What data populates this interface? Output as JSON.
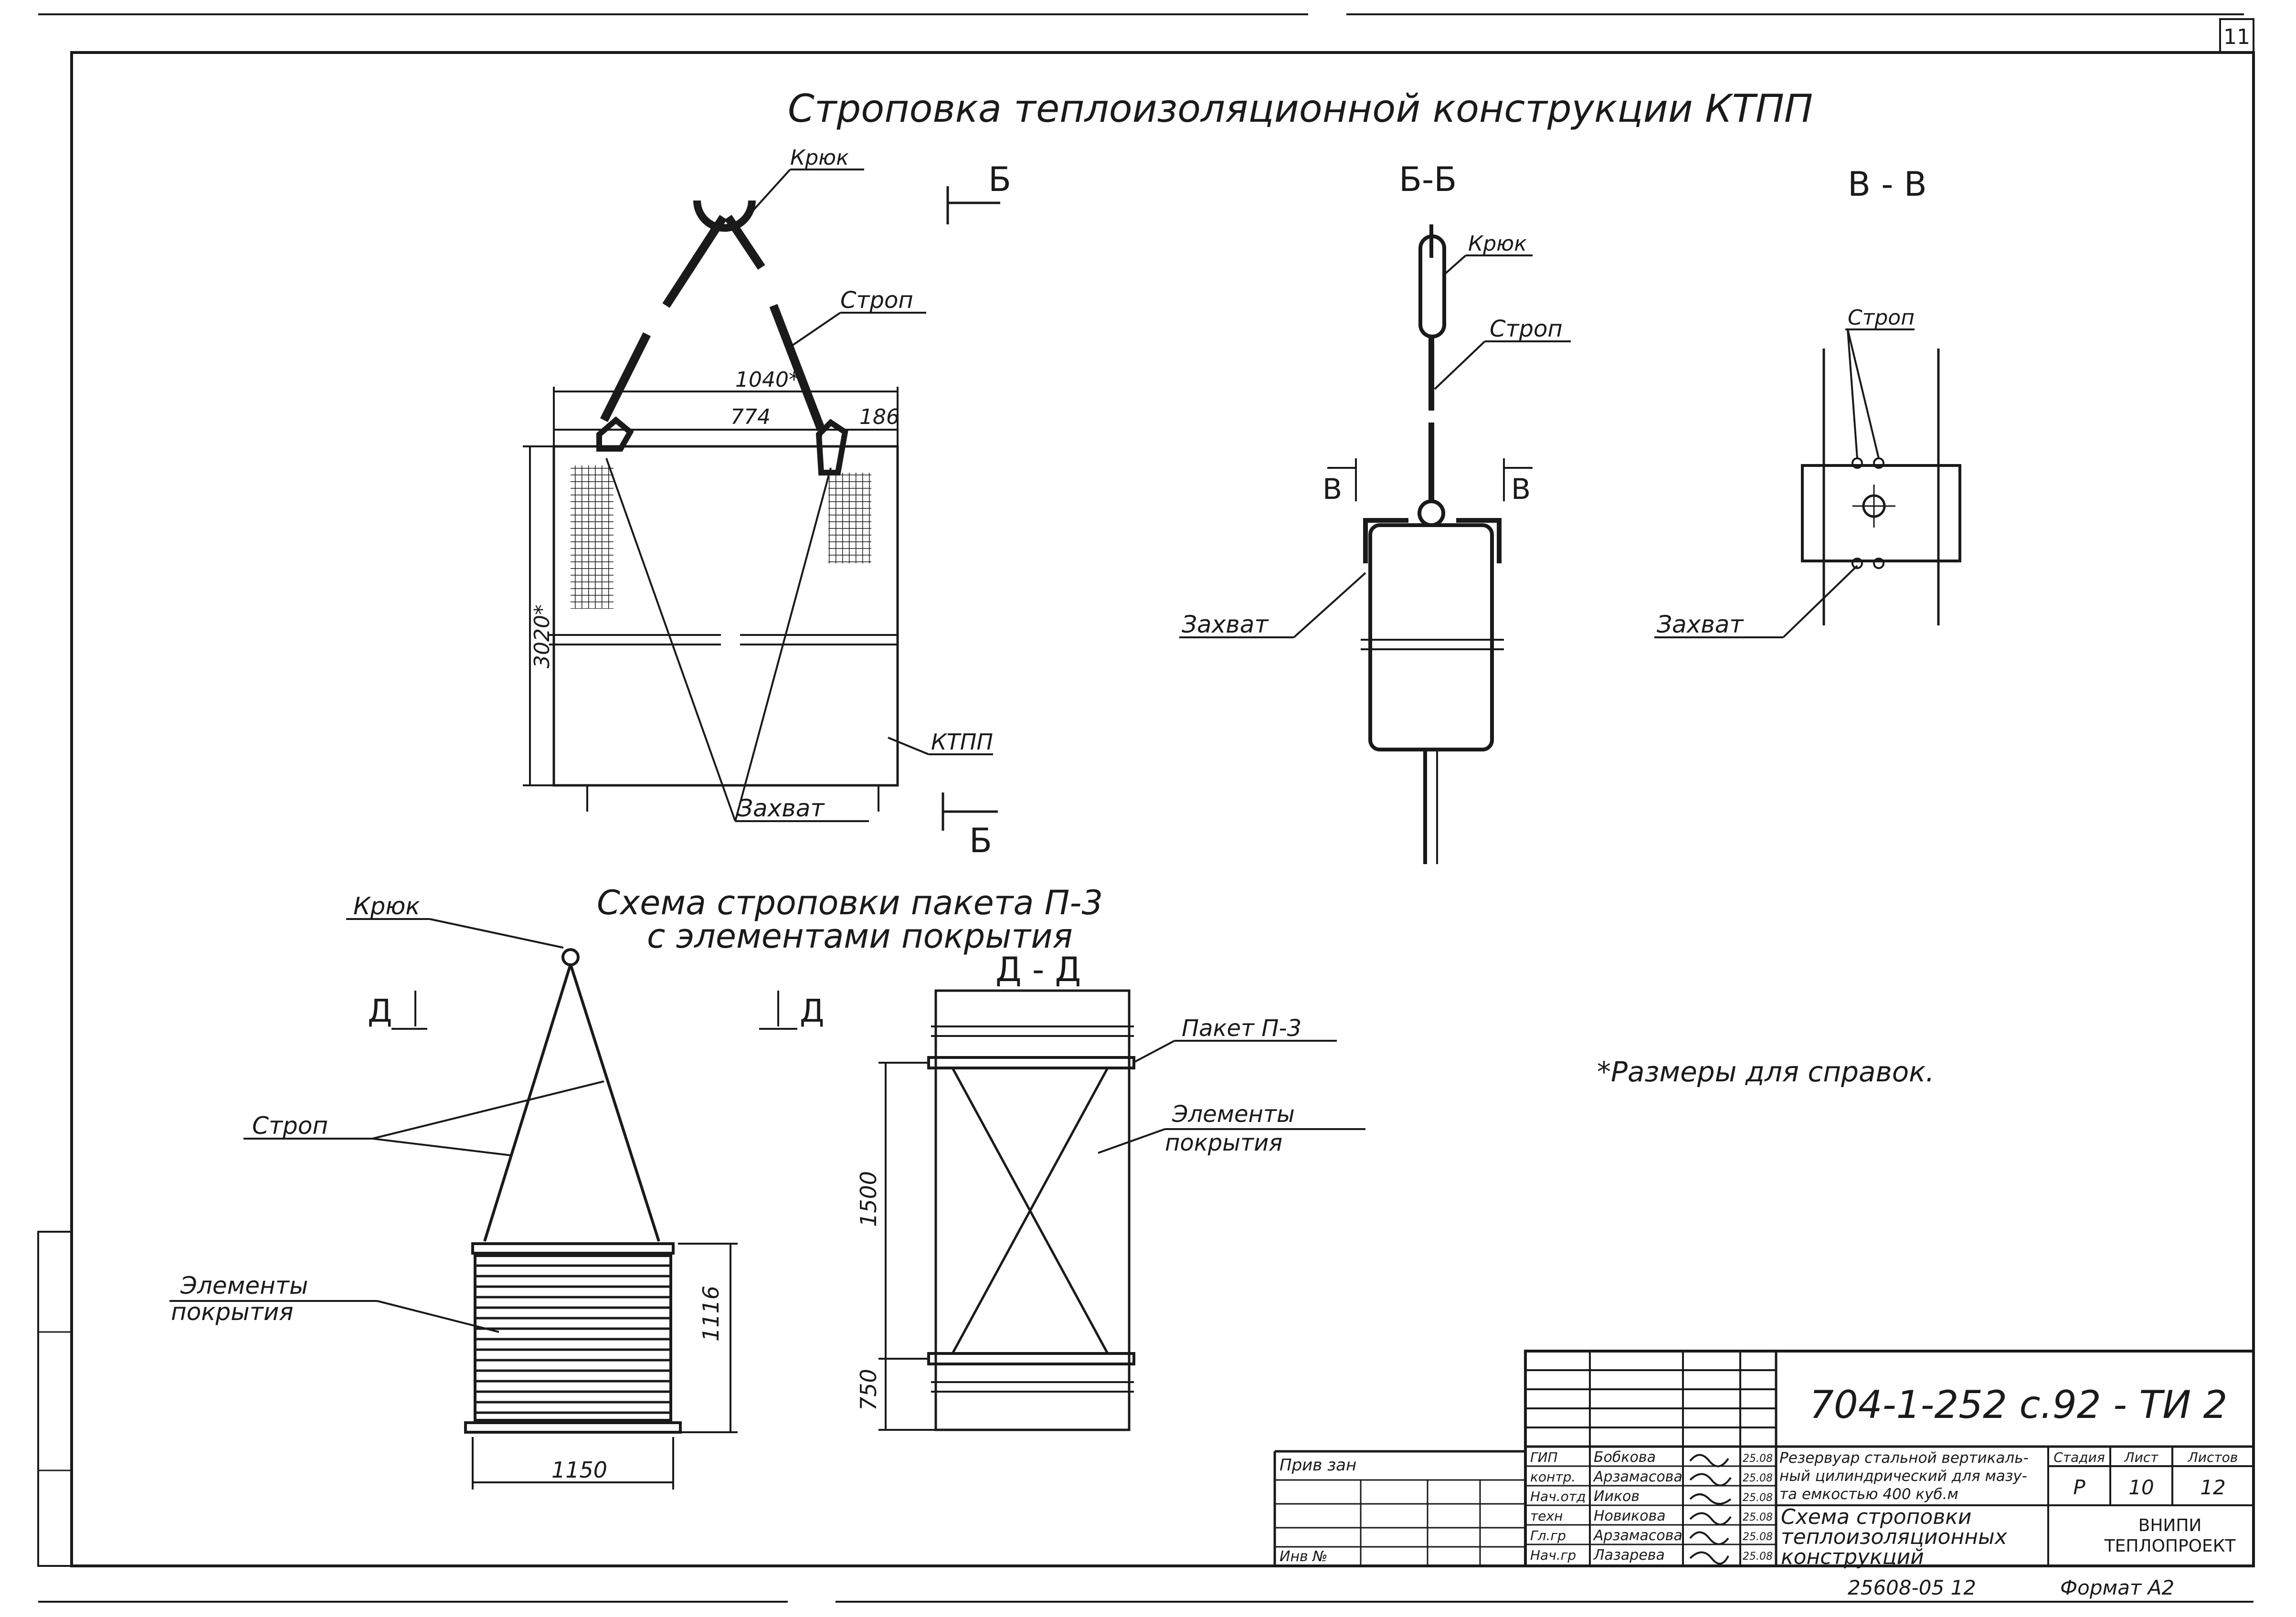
{
  "sheet_number": "11",
  "title_main": "Строповка теплоизоляционной конструкции КТПП",
  "fig1": {
    "hook": "Крюк",
    "sling": "Строп",
    "dim_total": "1040*",
    "dim_a": "774",
    "dim_b": "186",
    "dim_height": "3020*",
    "ktpp": "КТПП",
    "grip": "Захват",
    "section_mark": "Б"
  },
  "fig_bb": {
    "title": "Б-Б",
    "hook": "Крюк",
    "sling": "Строп",
    "grip": "Захват",
    "cut_mark": "В"
  },
  "fig_vv": {
    "title": "В - В",
    "sling": "Строп",
    "grip": "Захват"
  },
  "title_scheme": [
    "Схема строповки пакета П-3",
    "с элементами покрытия"
  ],
  "fig_pkg": {
    "hook": "Крюк",
    "sling": "Строп",
    "elements": [
      "Элементы",
      "покрытия"
    ],
    "dim_h": "1116",
    "dim_w": "1150",
    "cut_mark": "Д"
  },
  "fig_dd": {
    "title": "Д - Д",
    "package": "Пакет П-3",
    "elements": [
      "Элементы",
      "покрытия"
    ],
    "dim_1500": "1500",
    "dim_750": "750"
  },
  "note": "*Размеры для справок.",
  "title_block": {
    "doc_code": "704-1-252 с.92 - ТИ 2",
    "privyazan": "Прив зан",
    "inv": "Инв №",
    "roles": [
      "ГИП",
      "контр.",
      "Нач.отд",
      "техн",
      "Гл.гр",
      "Нач.гр"
    ],
    "names": [
      "Бобкова",
      "Арзамасова",
      "Ииков",
      "Новикова",
      "Арзамасова",
      "Лазарева"
    ],
    "dates": [
      "25.08",
      "25.08",
      "25.08",
      "25.08",
      "25.08",
      "25.08"
    ],
    "object": [
      "Резервуар стальной вертикаль-",
      "ный цилиндрический для мазу-",
      "та емкостью 400 куб.м"
    ],
    "sheet_title": [
      "Схема строповки",
      "теплоизоляционных",
      "конструкций"
    ],
    "hdr_stage": "Стадия",
    "hdr_sheet": "Лист",
    "hdr_sheets": "Листов",
    "stage": "Р",
    "sheet": "10",
    "sheets": "12",
    "org": [
      "ВНИПИ",
      "ТЕПЛОПРОЕКТ"
    ],
    "copy_no": "25608-05 12",
    "format": "Формат А2"
  }
}
